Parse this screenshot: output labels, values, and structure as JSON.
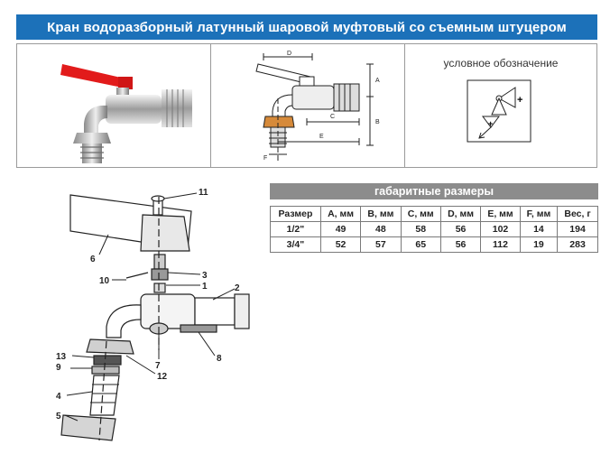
{
  "title": "Кран  водоразборный латунный шаровой муфтовый со  съемным штуцером",
  "symbol_caption": "условное обозначение",
  "drawing_labels": {
    "A": "A",
    "B": "B",
    "C": "C",
    "D": "D",
    "E": "E",
    "F": "F"
  },
  "symbol_marks": {
    "plus1": "+",
    "plus2": "+"
  },
  "part_numbers": [
    "11",
    "6",
    "3",
    "10",
    "1",
    "2",
    "7",
    "8",
    "13",
    "9",
    "12",
    "4",
    "5"
  ],
  "dimensions": {
    "header": "габаритные размеры",
    "columns": [
      "Размер",
      "A, мм",
      "B, мм",
      "C, мм",
      "D, мм",
      "E, мм",
      "F, мм",
      "Вес, г"
    ],
    "rows": [
      [
        "1/2\"",
        "49",
        "48",
        "58",
        "56",
        "102",
        "14",
        "194"
      ],
      [
        "3/4\"",
        "52",
        "57",
        "65",
        "56",
        "112",
        "19",
        "283"
      ]
    ]
  },
  "colors": {
    "title_bg": "#1c71b9",
    "header_bg": "#8c8c8c",
    "handle_red": "#e21b1b",
    "brass": "#c8c8c8"
  }
}
